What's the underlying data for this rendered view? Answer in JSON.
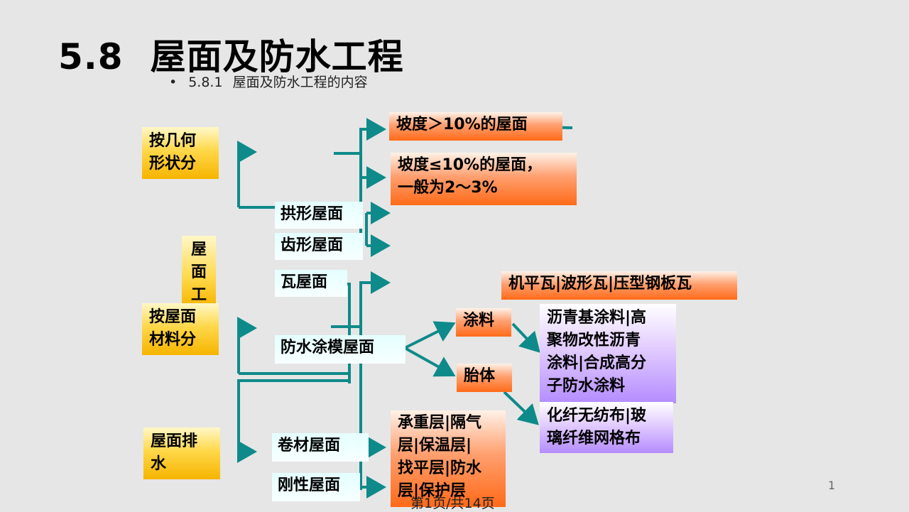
{
  "slide": {
    "title_number": "5.8",
    "title_text": "屋面及防水工程",
    "subtitle_bullet": "•",
    "subtitle_number": "5.8.1",
    "subtitle_text": "屋面及防水工程的内容",
    "page_number": "1",
    "footer": "第1页/共14页"
  },
  "diagram": {
    "root": "屋\n面\n工",
    "categories": {
      "geometry": "按几何\n形状分",
      "material": "按屋面\n材料分",
      "drainage": "屋面排\n水"
    },
    "roof_types": {
      "arched": "拱形屋面",
      "sawtooth": "齿形屋面",
      "tile": "瓦屋面",
      "coating_film": "防水涂模屋面",
      "membrane": "卷材屋面",
      "rigid": "刚性屋面"
    },
    "details": {
      "slope_steep": "坡度＞10%的屋面",
      "slope_flat": "坡度≤10%的屋面，\n一般为2～3%",
      "tile_types": "机平瓦|波形瓦|压型钢板瓦",
      "coating": "涂料",
      "matrix": "胎体",
      "coating_types": "沥青基涂料|高\n聚物改性沥青\n涂料|合成高分\n子防水涂料",
      "matrix_types": "化纤无纺布|玻\n璃纤维网格布",
      "membrane_layers": "承重层|隔气\n层|保温层|\n找平层|防水\n层|保护层"
    },
    "colors": {
      "connector": "#0e8a8a",
      "yellow": "#ffd84a",
      "orange": "#ff7a30",
      "purple": "#c8a8ff",
      "cyan": "#e8ffff"
    }
  }
}
